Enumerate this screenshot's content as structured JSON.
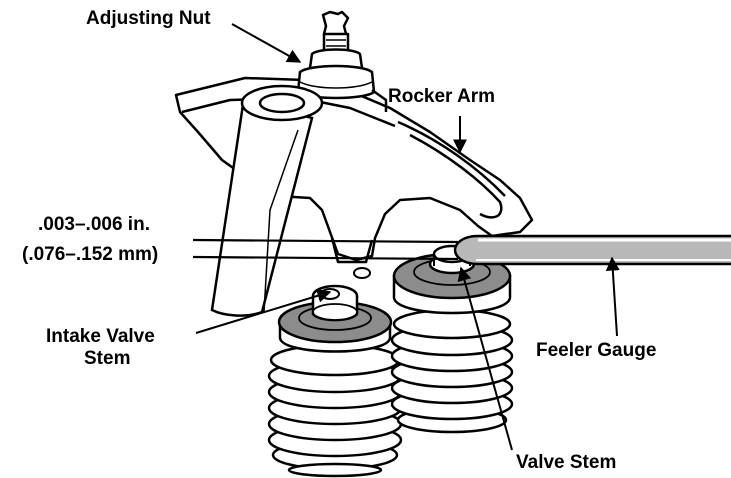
{
  "labels": {
    "adjusting_nut": "Adjusting Nut",
    "rocker_arm": "Rocker Arm",
    "clearance_in": ".003–.006 in.",
    "clearance_mm": "(.076–.152 mm)",
    "intake_valve_stem_line1": "Intake Valve",
    "intake_valve_stem_line2": "Stem",
    "feeler_gauge": "Feeler Gauge",
    "valve_stem": "Valve Stem"
  },
  "colors": {
    "outline": "#000000",
    "metal_fill": "#ffffff",
    "retainer_fill": "#8c8c8c",
    "gauge_fill": "#b8b8b8",
    "label_text": "#000000"
  }
}
